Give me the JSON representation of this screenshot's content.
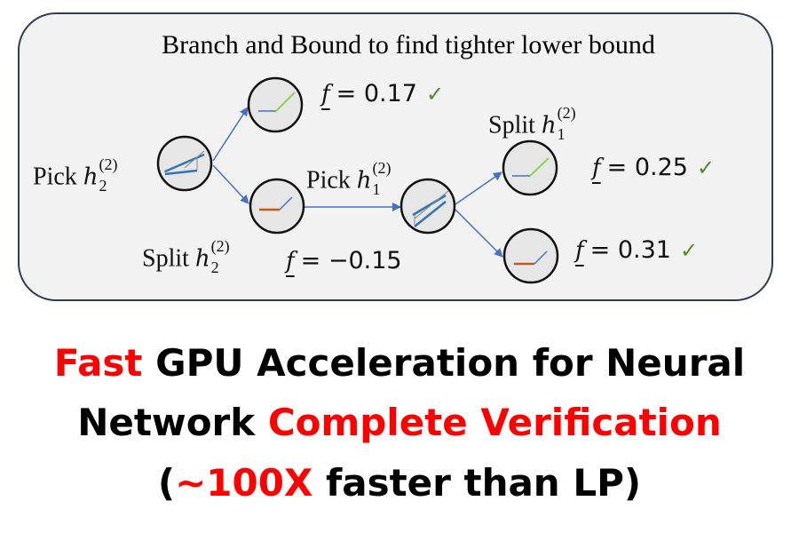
{
  "diagram": {
    "title": "Branch and Bound to find tighter lower bound",
    "labels": {
      "pick_root": {
        "text": "Pick",
        "var": "h",
        "sup": "(2)",
        "sub": "2"
      },
      "split_root": {
        "text": "Split",
        "var": "h",
        "sup": "(2)",
        "sub": "2"
      },
      "pick_second": {
        "text": "Pick",
        "var": "h",
        "sup": "(2)",
        "sub": "1"
      },
      "split_second": {
        "text": "Split",
        "var": "h",
        "sup": "(2)",
        "sub": "1"
      }
    },
    "bounds": [
      {
        "var": "f",
        "value": "= 0.17",
        "check": "✓"
      },
      {
        "var": "f",
        "value": "= −0.15",
        "check": ""
      },
      {
        "var": "f",
        "value": "= 0.25",
        "check": "✓"
      },
      {
        "var": "f",
        "value": "= 0.31",
        "check": "✓"
      }
    ],
    "colors": {
      "arrow": "#4472c4",
      "relu_pos": "#92d050",
      "relu_neg": "#c55a11",
      "relax": "#2e75b6",
      "check": "#4f8a2c"
    }
  },
  "caption": {
    "line1": {
      "red": "Fast",
      "black": " GPU Acceleration for Neural"
    },
    "line2": {
      "black": "Network ",
      "red": "Complete Verification"
    },
    "line3": {
      "open": "(",
      "red": "~100X",
      "black": " faster than LP)"
    }
  }
}
